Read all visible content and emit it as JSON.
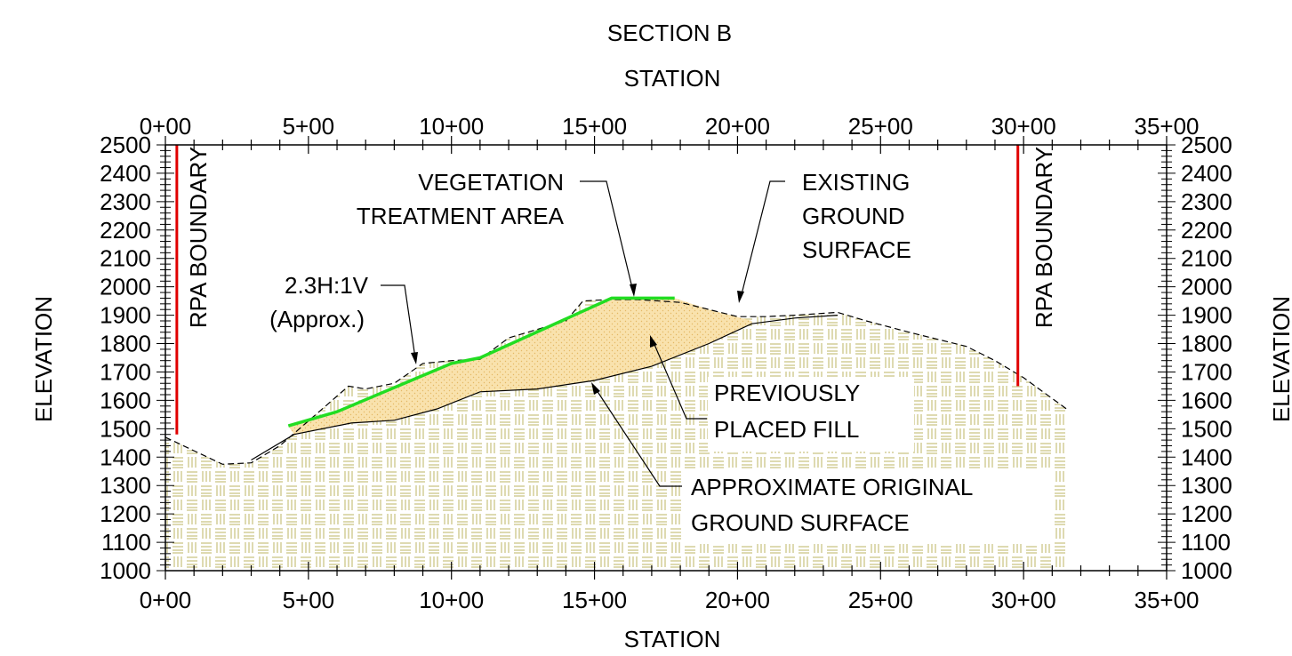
{
  "title": "SECTION B",
  "axes": {
    "x_label_top": "STATION",
    "x_label_bottom": "STATION",
    "y_label_left": "ELEVATION",
    "y_label_right": "ELEVATION",
    "x_ticks": [
      "0+00",
      "5+00",
      "10+00",
      "15+00",
      "20+00",
      "25+00",
      "30+00",
      "35+00"
    ],
    "y_ticks": [
      "2500",
      "2400",
      "2300",
      "2200",
      "2100",
      "2000",
      "1900",
      "1800",
      "1700",
      "1600",
      "1500",
      "1400",
      "1300",
      "1200",
      "1100",
      "1000"
    ],
    "x_range": [
      0,
      3500
    ],
    "y_range": [
      1000,
      2500
    ]
  },
  "labels": {
    "rpa_left": "RPA BOUNDARY",
    "rpa_right": "RPA BOUNDARY",
    "vegetation": [
      "VEGETATION",
      "TREATMENT AREA"
    ],
    "existing": [
      "EXISTING",
      "GROUND",
      "SURFACE"
    ],
    "slope": [
      "2.3H:1V",
      "(Approx.)"
    ],
    "previously": [
      "PREVIOUSLY",
      "PLACED FILL"
    ],
    "original": [
      "APPROXIMATE ORIGINAL",
      "GROUND SURFACE"
    ]
  },
  "colors": {
    "rpa_boundary": "#e00000",
    "vegetation_line": "#22dd22",
    "fill_area": "#f7dfa8",
    "ground_hatch": "#c9c27d",
    "line": "#000000"
  },
  "profiles": {
    "existing_ground": [
      [
        0,
        1470
      ],
      [
        200,
        1375
      ],
      [
        300,
        1380
      ],
      [
        400,
        1440
      ],
      [
        560,
        1580
      ],
      [
        640,
        1650
      ],
      [
        700,
        1640
      ],
      [
        800,
        1660
      ],
      [
        900,
        1730
      ],
      [
        1000,
        1740
      ],
      [
        1100,
        1745
      ],
      [
        1200,
        1820
      ],
      [
        1300,
        1850
      ],
      [
        1400,
        1880
      ],
      [
        1460,
        1950
      ],
      [
        1550,
        1955
      ],
      [
        1650,
        1955
      ],
      [
        1800,
        1945
      ],
      [
        1900,
        1920
      ],
      [
        2000,
        1895
      ],
      [
        2100,
        1895
      ],
      [
        2200,
        1900
      ],
      [
        2350,
        1910
      ],
      [
        2450,
        1880
      ],
      [
        2600,
        1840
      ],
      [
        2800,
        1790
      ],
      [
        2900,
        1740
      ],
      [
        3000,
        1680
      ],
      [
        3150,
        1570
      ]
    ],
    "original_ground": [
      [
        300,
        1390
      ],
      [
        450,
        1480
      ],
      [
        650,
        1520
      ],
      [
        800,
        1530
      ],
      [
        950,
        1570
      ],
      [
        1100,
        1630
      ],
      [
        1300,
        1640
      ],
      [
        1500,
        1670
      ],
      [
        1700,
        1720
      ],
      [
        1900,
        1800
      ],
      [
        2050,
        1870
      ],
      [
        2200,
        1890
      ],
      [
        2350,
        1900
      ]
    ],
    "vegetation_treatment": [
      [
        430,
        1510
      ],
      [
        600,
        1560
      ],
      [
        1000,
        1730
      ],
      [
        1100,
        1750
      ],
      [
        1560,
        1960
      ],
      [
        1780,
        1960
      ]
    ],
    "fill_top": [
      [
        430,
        1510
      ],
      [
        600,
        1560
      ],
      [
        1000,
        1730
      ],
      [
        1100,
        1750
      ],
      [
        1560,
        1960
      ],
      [
        1780,
        1960
      ],
      [
        1900,
        1920
      ],
      [
        2050,
        1880
      ]
    ],
    "ground_extent_right": 3150,
    "rpa_left_station": 40,
    "rpa_left_range": [
      1480,
      2500
    ],
    "rpa_right_station": 2980,
    "rpa_right_range": [
      1650,
      2500
    ]
  }
}
